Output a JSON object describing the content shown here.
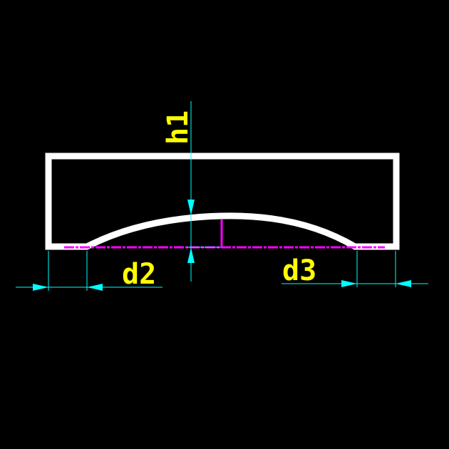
{
  "drawing": {
    "background": "#000000",
    "colors": {
      "outline": "#FFFFFF",
      "dimension": "#00FFFF",
      "dimension_text": "#FFFF00",
      "baseline": "#FF00FF"
    },
    "labels": {
      "h1": "h1",
      "d2": "d2",
      "d3": "d3"
    }
  }
}
